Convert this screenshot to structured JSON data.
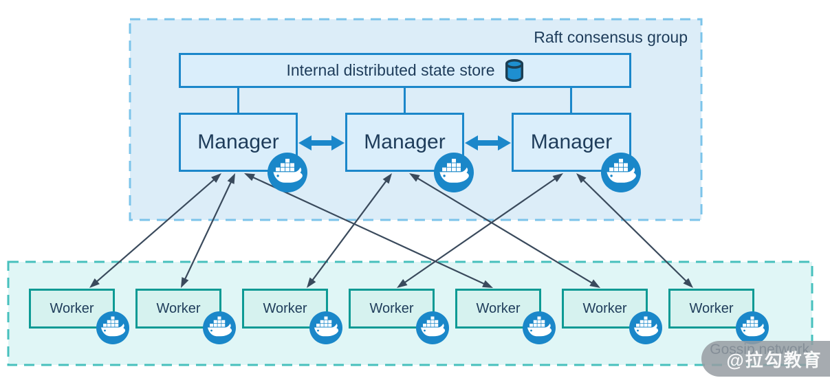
{
  "diagram": {
    "kind": "architecture-diagram",
    "subject": "container orchestration cluster"
  },
  "raft_group": {
    "label": "Raft consensus group"
  },
  "state_store": {
    "label": "Internal distributed state store",
    "icon": "database-cylinder-icon"
  },
  "managers": [
    {
      "id": "manager-1",
      "label": "Manager",
      "icon": "docker-whale-icon"
    },
    {
      "id": "manager-2",
      "label": "Manager",
      "icon": "docker-whale-icon"
    },
    {
      "id": "manager-3",
      "label": "Manager",
      "icon": "docker-whale-icon"
    }
  ],
  "workers": [
    {
      "id": "worker-1",
      "label": "Worker",
      "icon": "docker-whale-icon"
    },
    {
      "id": "worker-2",
      "label": "Worker",
      "icon": "docker-whale-icon"
    },
    {
      "id": "worker-3",
      "label": "Worker",
      "icon": "docker-whale-icon"
    },
    {
      "id": "worker-4",
      "label": "Worker",
      "icon": "docker-whale-icon"
    },
    {
      "id": "worker-5",
      "label": "Worker",
      "icon": "docker-whale-icon"
    },
    {
      "id": "worker-6",
      "label": "Worker",
      "icon": "docker-whale-icon"
    },
    {
      "id": "worker-7",
      "label": "Worker",
      "icon": "docker-whale-icon"
    }
  ],
  "gossip_network": {
    "label": "Gossip network"
  },
  "watermark": {
    "label": "@拉勾教育"
  },
  "edges": {
    "store_to_managers": [
      "manager-1",
      "manager-2",
      "manager-3"
    ],
    "manager_peer_links": [
      {
        "from": "manager-1",
        "to": "manager-2",
        "style": "thick-double-arrow"
      },
      {
        "from": "manager-2",
        "to": "manager-3",
        "style": "thick-double-arrow"
      }
    ],
    "manager_worker_links": [
      {
        "from": "manager-1",
        "to": "worker-1",
        "style": "double-arrow"
      },
      {
        "from": "manager-1",
        "to": "worker-2",
        "style": "double-arrow"
      },
      {
        "from": "manager-1",
        "to": "worker-5",
        "style": "double-arrow"
      },
      {
        "from": "manager-2",
        "to": "worker-3",
        "style": "double-arrow"
      },
      {
        "from": "manager-2",
        "to": "worker-6",
        "style": "double-arrow"
      },
      {
        "from": "manager-3",
        "to": "worker-4",
        "style": "double-arrow"
      },
      {
        "from": "manager-3",
        "to": "worker-7",
        "style": "double-arrow"
      }
    ]
  },
  "colors": {
    "blue_border": "#1b87ca",
    "blue_box_fill": "#daeefb",
    "raft_region_fill": "#dcedf8",
    "raft_dash": "#7cc4ea",
    "teal_border": "#0d9a94",
    "worker_fill": "#d6f2ef",
    "gossip_region_fill": "#e0f6f6",
    "gossip_dash": "#47c0bd",
    "thin_arrow": "#3a4a5c",
    "docker_blue": "#1a87c9",
    "text_navy": "#1e3c5a",
    "watermark_bg": "#969ca2",
    "watermark_text": "#ffffff"
  }
}
